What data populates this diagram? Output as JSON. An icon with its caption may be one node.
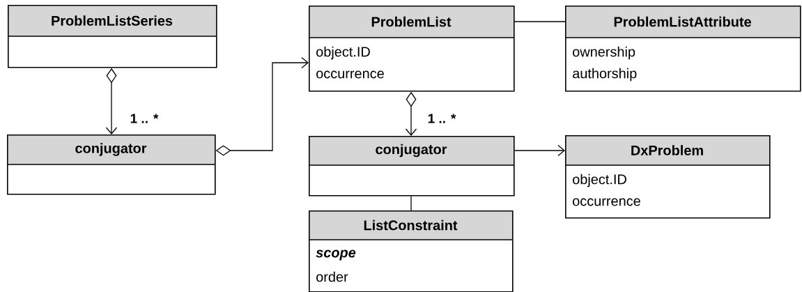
{
  "diagram": {
    "nodes": [
      {
        "text": [
          "ProblemListSeries"
        ]
      },
      {
        "text": [
          "conjugator"
        ]
      },
      {
        "text": [
          "ProblemList",
          "object.ID",
          "occurrence"
        ]
      },
      {
        "text": [
          "ProblemListAttribute",
          "ownership",
          "authorship"
        ]
      },
      {
        "text": [
          "conjugator"
        ]
      },
      {
        "text": [
          "DxProblem",
          "object.ID",
          "occurrence"
        ]
      },
      {
        "text": [
          "ListConstraint",
          "scope",
          "order"
        ]
      }
    ],
    "edges": [
      {
        "from": 0,
        "to": 1,
        "arrow": "to",
        "label": "1 .. *"
      },
      {
        "from": 1,
        "to": 2,
        "arrow": "to"
      },
      {
        "from": 2,
        "to": 3,
        "arrow": "none"
      },
      {
        "from": 2,
        "to": 4,
        "arrow": "to",
        "label": "1 .. *"
      },
      {
        "from": 4,
        "to": 5,
        "arrow": "to"
      },
      {
        "from": 4,
        "to": 6,
        "arrow": "none"
      }
    ]
  }
}
